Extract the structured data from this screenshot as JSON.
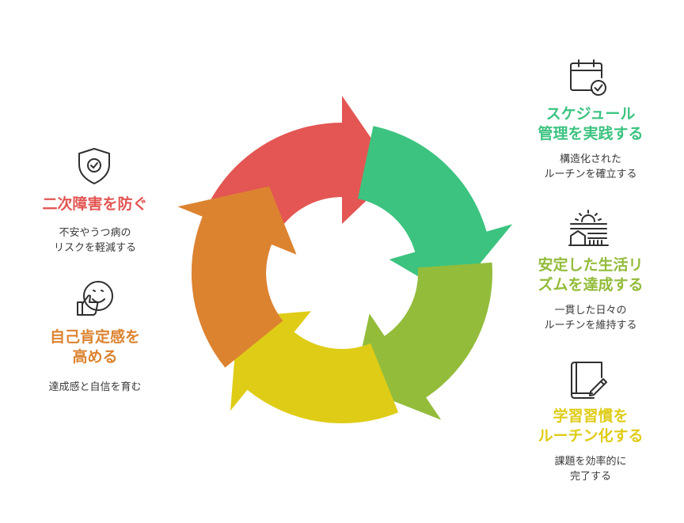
{
  "colors": {
    "red": "#E35653",
    "green": "#3CC380",
    "lime": "#93BC3B",
    "yellow": "#DFCC17",
    "orange": "#DC8330",
    "icon_stroke": "#2f2f2f",
    "desc_text": "#3a3a3a"
  },
  "items": [
    {
      "id": "schedule",
      "icon": "calendar-check-icon",
      "color": "#3CC380",
      "title": [
        "スケジュール",
        "管理を実践する"
      ],
      "desc": [
        "構造化された",
        "ルーチンを確立する"
      ]
    },
    {
      "id": "rhythm",
      "icon": "sunrise-house-icon",
      "color": "#93BC3B",
      "title": [
        "安定した生活リ",
        "ズムを達成する"
      ],
      "desc": [
        "一貫した日々の",
        "ルーチンを維持する"
      ]
    },
    {
      "id": "study",
      "icon": "notebook-pencil-icon",
      "color": "#DFCC17",
      "title": [
        "学習習慣を",
        "ルーチン化する"
      ],
      "desc": [
        "課題を効率的に",
        "完了する"
      ]
    },
    {
      "id": "esteem",
      "icon": "thumbs-up-smile-icon",
      "color": "#DC8330",
      "title": [
        "自己肯定感を",
        "高める"
      ],
      "desc": [
        "達成感と自信を育む"
      ]
    },
    {
      "id": "prevent",
      "icon": "shield-check-icon",
      "color": "#E35653",
      "title": [
        "二次障害を防ぐ"
      ],
      "desc": [
        "不安やうつ病の",
        "リスクを軽減する"
      ]
    }
  ]
}
